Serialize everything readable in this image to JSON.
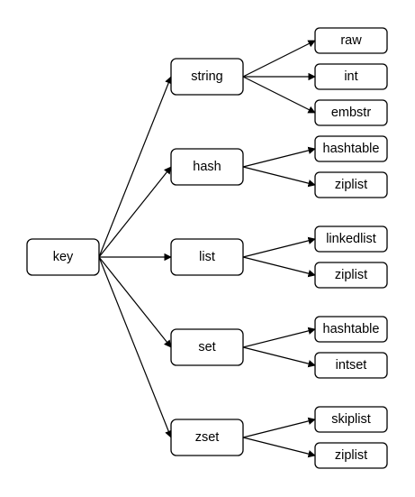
{
  "diagram": {
    "root": "key",
    "types": [
      {
        "label": "string",
        "encodings": [
          "raw",
          "int",
          "embstr"
        ]
      },
      {
        "label": "hash",
        "encodings": [
          "hashtable",
          "ziplist"
        ]
      },
      {
        "label": "list",
        "encodings": [
          "linkedlist",
          "ziplist"
        ]
      },
      {
        "label": "set",
        "encodings": [
          "hashtable",
          "intset"
        ]
      },
      {
        "label": "zset",
        "encodings": [
          "skiplist",
          "ziplist"
        ]
      }
    ]
  }
}
